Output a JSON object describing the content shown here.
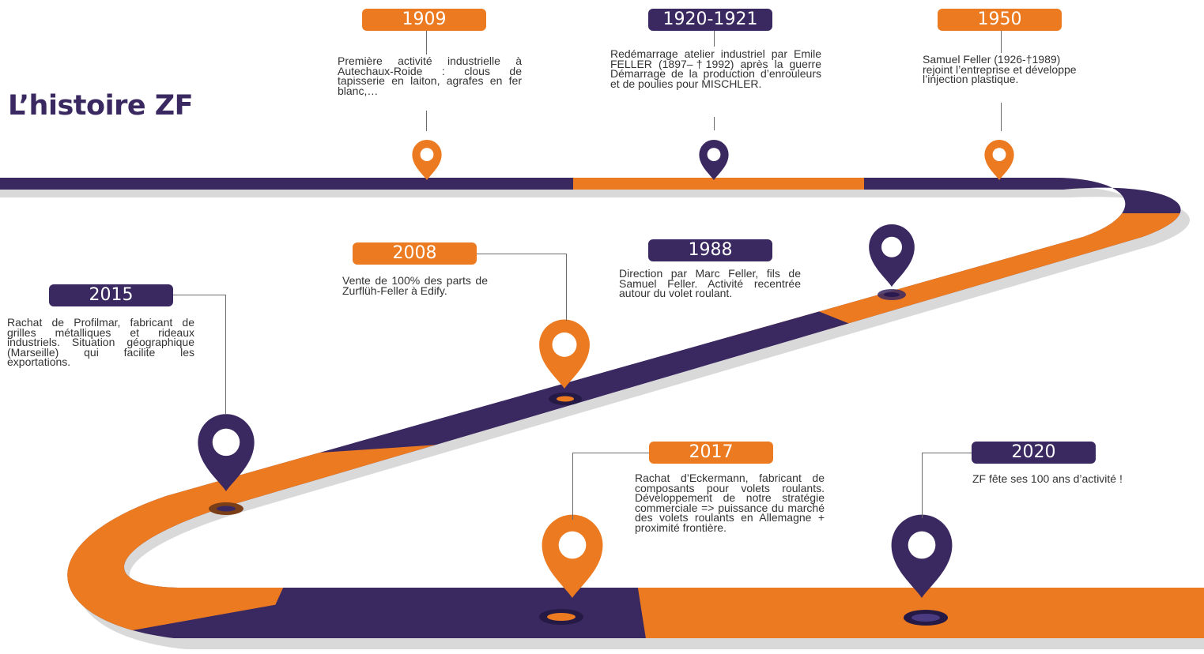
{
  "title": "L’histoire ZF",
  "colors": {
    "orange": "#ec7a21",
    "purple": "#3a2860",
    "gray": "#d9d9d9"
  },
  "events": [
    {
      "year": "1909",
      "text": "Première activité industrielle à Autechaux-Roide : clous de tapisserie en laiton, agrafes en fer blanc,…",
      "pin_icon": "map-pin-icon",
      "pin_color": "orange"
    },
    {
      "year": "1920-1921",
      "text": "Redémarrage atelier industriel par Emile FELLER (1897–†1992) après la guerre Démarrage de la production d’enrouleurs et de poulies pour MISCHLER.",
      "pin_icon": "map-pin-icon",
      "pin_color": "purple"
    },
    {
      "year": "1950",
      "text": "Samuel Feller (1926-†1989) rejoint l’entreprise et développe l’injection plastique.",
      "pin_icon": "map-pin-icon",
      "pin_color": "orange"
    },
    {
      "year": "1988",
      "text": "Direction par Marc Feller, fils de Samuel Feller. Activité recentrée autour du volet roulant.",
      "pin_icon": "map-pin-icon",
      "pin_color": "purple"
    },
    {
      "year": "2008",
      "text": "Vente de 100% des parts de Zurflüh-Feller à Edify.",
      "pin_icon": "map-pin-icon",
      "pin_color": "orange"
    },
    {
      "year": "2015",
      "text": "Rachat de Profilmar, fabricant de grilles métalliques et rideaux industriels. Situation géographique (Marseille) qui facilite les exportations.",
      "pin_icon": "map-pin-icon",
      "pin_color": "purple"
    },
    {
      "year": "2017",
      "text": "Rachat d’Eckermann, fabricant de composants pour volets roulants. Développement de notre stratégie commerciale => puissance du marché des volets roulants en Allemagne + proximité frontière.",
      "pin_icon": "map-pin-icon",
      "pin_color": "orange"
    },
    {
      "year": "2020",
      "text": "ZF fête ses 100 ans d’activité !",
      "pin_icon": "map-pin-icon",
      "pin_color": "purple"
    }
  ]
}
